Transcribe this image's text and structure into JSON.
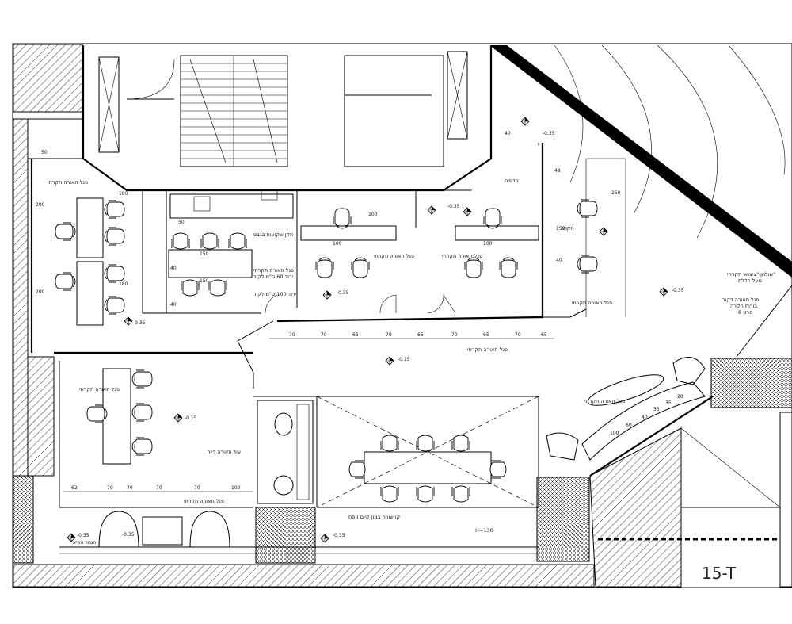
{
  "drawing": {
    "sheet_tag": "15-T",
    "labels": {
      "office_tl": "פנל תאורה תקרתי",
      "kitchen_panel": "פנל תאורה תקרתי",
      "kitchen_low1": "ירוד 60 ס\"מ לקיר",
      "kitchen_low2": "ירוד 100 ס\"מ לקיר",
      "kitchen_top": "תקן שקועות בגבס",
      "office_mid": "פנל תאורה תקרתי",
      "office_right": "פנל תאורה תקרתי",
      "printers": "מדפים",
      "right_wall": "פנל תאורה תקרתי",
      "corridor": "פנל תאורה תקרתי",
      "lower_left": "פנל תאורה תקרתי",
      "lower_left2": "פנל תאורה תקרתי",
      "wc": "עוד תאורה דייר",
      "lounge": "פנל תאורה תקרתי",
      "conference": "קו שורה במון קיים מפח",
      "corner_a": "שולחן \"ציצואי תקרתי\"",
      "corner_b": "מעל הדלת",
      "corner_c": "פנל תאורה דקור",
      "corner_d": "בורות תקרה",
      "corner_e": "פרט 8",
      "note_small": "תקרה",
      "window_note": "H=130"
    },
    "levels": [
      "-0.35",
      "-0.35",
      "-0.35",
      "-0.35",
      "-0.15",
      "-0.15",
      "-0.35",
      "-0.35",
      "-0.35",
      "-0.35"
    ],
    "level_caption": "הגמר השיא",
    "corridor_dims": [
      "70",
      "70",
      "65",
      "70",
      "65",
      "70",
      "65",
      "70",
      "65"
    ],
    "lower_dims": [
      "62",
      "70",
      "70",
      "70",
      "70",
      "100"
    ],
    "misc_dims": [
      "50",
      "200",
      "200",
      "50",
      "150",
      "150",
      "180",
      "180",
      "40",
      "40",
      "100",
      "100",
      "100",
      "250",
      "40",
      "48",
      "150",
      "40",
      "100",
      "60",
      "40",
      "35",
      "35",
      "20"
    ]
  }
}
